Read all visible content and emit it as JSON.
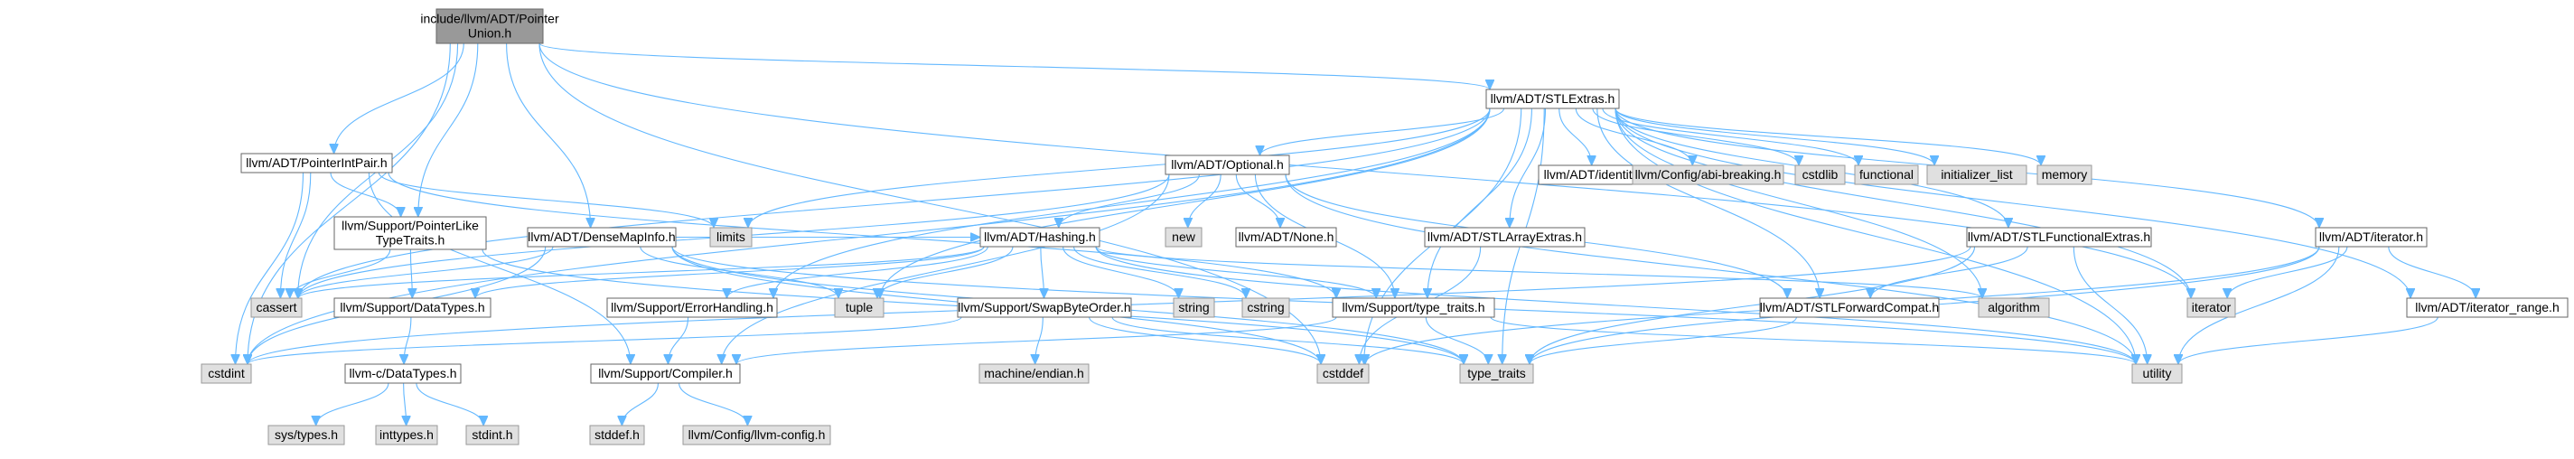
{
  "nodes": [
    {
      "id": "root",
      "lines": [
        "include/llvm/ADT/Pointer",
        "Union.h"
      ],
      "style": "root"
    },
    {
      "id": "stlextras",
      "lines": [
        "llvm/ADT/STLExtras.h"
      ],
      "style": "white"
    },
    {
      "id": "pointerintpair",
      "lines": [
        "llvm/ADT/PointerIntPair.h"
      ],
      "style": "white"
    },
    {
      "id": "optional",
      "lines": [
        "llvm/ADT/Optional.h"
      ],
      "style": "white"
    },
    {
      "id": "identity",
      "lines": [
        "llvm/ADT/identity.h"
      ],
      "style": "white"
    },
    {
      "id": "abibreaking",
      "lines": [
        "llvm/Config/abi-breaking.h"
      ],
      "style": "gray"
    },
    {
      "id": "cstdlib",
      "lines": [
        "cstdlib"
      ],
      "style": "gray"
    },
    {
      "id": "functional",
      "lines": [
        "functional"
      ],
      "style": "gray"
    },
    {
      "id": "initializer_list",
      "lines": [
        "initializer_list"
      ],
      "style": "gray"
    },
    {
      "id": "memory",
      "lines": [
        "memory"
      ],
      "style": "gray"
    },
    {
      "id": "pointerlike",
      "lines": [
        "llvm/Support/PointerLike",
        "TypeTraits.h"
      ],
      "style": "white"
    },
    {
      "id": "densemapinfo",
      "lines": [
        "llvm/ADT/DenseMapInfo.h"
      ],
      "style": "white"
    },
    {
      "id": "limits",
      "lines": [
        "limits"
      ],
      "style": "gray"
    },
    {
      "id": "new",
      "lines": [
        "new"
      ],
      "style": "gray"
    },
    {
      "id": "none",
      "lines": [
        "llvm/ADT/None.h"
      ],
      "style": "white"
    },
    {
      "id": "stlarrayextras",
      "lines": [
        "llvm/ADT/STLArrayExtras.h"
      ],
      "style": "white"
    },
    {
      "id": "stlfunctionalextras",
      "lines": [
        "llvm/ADT/STLFunctionalExtras.h"
      ],
      "style": "white"
    },
    {
      "id": "iterator_h",
      "lines": [
        "llvm/ADT/iterator.h"
      ],
      "style": "white"
    },
    {
      "id": "hashing",
      "lines": [
        "llvm/ADT/Hashing.h"
      ],
      "style": "white"
    },
    {
      "id": "cassert",
      "lines": [
        "cassert"
      ],
      "style": "gray"
    },
    {
      "id": "datatypes",
      "lines": [
        "llvm/Support/DataTypes.h"
      ],
      "style": "white"
    },
    {
      "id": "tuple",
      "lines": [
        "tuple"
      ],
      "style": "gray"
    },
    {
      "id": "errorhandling",
      "lines": [
        "llvm/Support/ErrorHandling.h"
      ],
      "style": "white"
    },
    {
      "id": "swapbyteorder",
      "lines": [
        "llvm/Support/SwapByteOrder.h"
      ],
      "style": "white"
    },
    {
      "id": "string",
      "lines": [
        "string"
      ],
      "style": "gray"
    },
    {
      "id": "cstring",
      "lines": [
        "cstring"
      ],
      "style": "gray"
    },
    {
      "id": "type_traits_h",
      "lines": [
        "llvm/Support/type_traits.h"
      ],
      "style": "white"
    },
    {
      "id": "algorithm",
      "lines": [
        "algorithm"
      ],
      "style": "gray"
    },
    {
      "id": "stlforwardcompat",
      "lines": [
        "llvm/ADT/STLForwardCompat.h"
      ],
      "style": "white"
    },
    {
      "id": "iterator",
      "lines": [
        "iterator"
      ],
      "style": "gray"
    },
    {
      "id": "iterator_range",
      "lines": [
        "llvm/ADT/iterator_range.h"
      ],
      "style": "white"
    },
    {
      "id": "cstdint",
      "lines": [
        "cstdint"
      ],
      "style": "gray"
    },
    {
      "id": "c_datatypes",
      "lines": [
        "llvm-c/DataTypes.h"
      ],
      "style": "white"
    },
    {
      "id": "compiler",
      "lines": [
        "llvm/Support/Compiler.h"
      ],
      "style": "white"
    },
    {
      "id": "endian",
      "lines": [
        "machine/endian.h"
      ],
      "style": "gray"
    },
    {
      "id": "cstddef",
      "lines": [
        "cstddef"
      ],
      "style": "gray"
    },
    {
      "id": "type_traits",
      "lines": [
        "type_traits"
      ],
      "style": "gray"
    },
    {
      "id": "utility",
      "lines": [
        "utility"
      ],
      "style": "gray"
    },
    {
      "id": "sys_types",
      "lines": [
        "sys/types.h"
      ],
      "style": "gray"
    },
    {
      "id": "inttypes",
      "lines": [
        "inttypes.h"
      ],
      "style": "gray"
    },
    {
      "id": "stdint",
      "lines": [
        "stdint.h"
      ],
      "style": "gray"
    },
    {
      "id": "stddef",
      "lines": [
        "stddef.h"
      ],
      "style": "gray"
    },
    {
      "id": "llvm_config",
      "lines": [
        "llvm/Config/llvm-config.h"
      ],
      "style": "gray"
    }
  ],
  "edges": [
    [
      "root",
      "stlextras"
    ],
    [
      "root",
      "pointerintpair"
    ],
    [
      "root",
      "pointerlike"
    ],
    [
      "root",
      "densemapinfo"
    ],
    [
      "root",
      "cassert"
    ],
    [
      "root",
      "cstdint"
    ],
    [
      "root",
      "cstddef"
    ],
    [
      "root",
      "iterator"
    ],
    [
      "stlextras",
      "identity"
    ],
    [
      "stlextras",
      "abibreaking"
    ],
    [
      "stlextras",
      "cstdlib"
    ],
    [
      "stlextras",
      "functional"
    ],
    [
      "stlextras",
      "initializer_list"
    ],
    [
      "stlextras",
      "memory"
    ],
    [
      "stlextras",
      "optional"
    ],
    [
      "stlextras",
      "stlarrayextras"
    ],
    [
      "stlextras",
      "stlfunctionalextras"
    ],
    [
      "stlextras",
      "iterator_h"
    ],
    [
      "stlextras",
      "iterator_range"
    ],
    [
      "stlextras",
      "stlforwardcompat"
    ],
    [
      "stlextras",
      "type_traits_h"
    ],
    [
      "stlextras",
      "errorhandling"
    ],
    [
      "stlextras",
      "cassert"
    ],
    [
      "stlextras",
      "cstdint"
    ],
    [
      "stlextras",
      "limits"
    ],
    [
      "stlextras",
      "tuple"
    ],
    [
      "stlextras",
      "algorithm"
    ],
    [
      "stlextras",
      "utility"
    ],
    [
      "stlextras",
      "type_traits"
    ],
    [
      "stlextras",
      "cstddef"
    ],
    [
      "stlextras",
      "iterator"
    ],
    [
      "pointerintpair",
      "compiler"
    ],
    [
      "pointerintpair",
      "pointerlike"
    ],
    [
      "pointerintpair",
      "type_traits_h"
    ],
    [
      "pointerintpair",
      "cassert"
    ],
    [
      "pointerintpair",
      "cstdint"
    ],
    [
      "pointerintpair",
      "limits"
    ],
    [
      "pointerlike",
      "datatypes"
    ],
    [
      "pointerlike",
      "cassert"
    ],
    [
      "pointerlike",
      "type_traits"
    ],
    [
      "densemapinfo",
      "hashing"
    ],
    [
      "densemapinfo",
      "cassert"
    ],
    [
      "densemapinfo",
      "cstddef"
    ],
    [
      "densemapinfo",
      "cstdint"
    ],
    [
      "densemapinfo",
      "tuple"
    ],
    [
      "densemapinfo",
      "type_traits"
    ],
    [
      "densemapinfo",
      "utility"
    ],
    [
      "optional",
      "hashing"
    ],
    [
      "optional",
      "none"
    ],
    [
      "optional",
      "stlforwardcompat"
    ],
    [
      "optional",
      "compiler"
    ],
    [
      "optional",
      "type_traits_h"
    ],
    [
      "optional",
      "cassert"
    ],
    [
      "optional",
      "new"
    ],
    [
      "optional",
      "utility"
    ],
    [
      "hashing",
      "datatypes"
    ],
    [
      "hashing",
      "errorhandling"
    ],
    [
      "hashing",
      "swapbyteorder"
    ],
    [
      "hashing",
      "type_traits_h"
    ],
    [
      "hashing",
      "algorithm"
    ],
    [
      "hashing",
      "cassert"
    ],
    [
      "hashing",
      "cstring"
    ],
    [
      "hashing",
      "string"
    ],
    [
      "hashing",
      "tuple"
    ],
    [
      "hashing",
      "utility"
    ],
    [
      "stlarrayextras",
      "cstddef"
    ],
    [
      "stlfunctionalextras",
      "stlforwardcompat"
    ],
    [
      "stlfunctionalextras",
      "type_traits"
    ],
    [
      "stlfunctionalextras",
      "utility"
    ],
    [
      "stlfunctionalextras",
      "cstdint"
    ],
    [
      "iterator_h",
      "iterator_range"
    ],
    [
      "iterator_h",
      "iterator"
    ],
    [
      "iterator_h",
      "cstddef"
    ],
    [
      "iterator_h",
      "type_traits"
    ],
    [
      "iterator_h",
      "utility"
    ],
    [
      "iterator_range",
      "utility"
    ],
    [
      "datatypes",
      "c_datatypes"
    ],
    [
      "c_datatypes",
      "sys_types"
    ],
    [
      "c_datatypes",
      "inttypes"
    ],
    [
      "c_datatypes",
      "stdint"
    ],
    [
      "errorhandling",
      "compiler"
    ],
    [
      "swapbyteorder",
      "endian"
    ],
    [
      "swapbyteorder",
      "cstddef"
    ],
    [
      "swapbyteorder",
      "cstdint"
    ],
    [
      "swapbyteorder",
      "type_traits"
    ],
    [
      "type_traits_h",
      "compiler"
    ],
    [
      "type_traits_h",
      "type_traits"
    ],
    [
      "type_traits_h",
      "utility"
    ],
    [
      "stlforwardcompat",
      "type_traits"
    ],
    [
      "compiler",
      "stddef"
    ],
    [
      "compiler",
      "llvm_config"
    ]
  ]
}
